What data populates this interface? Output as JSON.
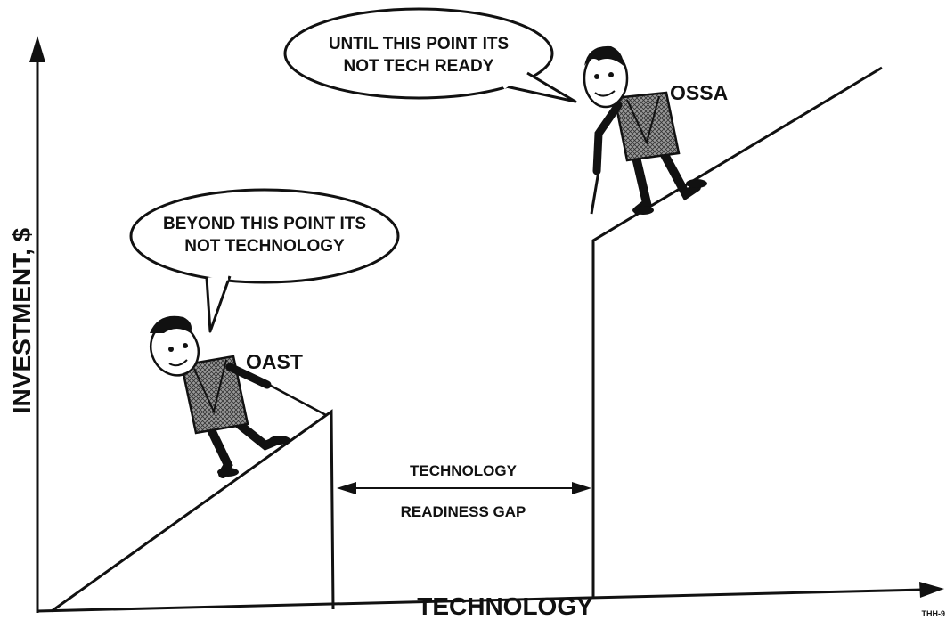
{
  "colors": {
    "ink": "#111111",
    "paper": "#ffffff",
    "suit_gray": "#8a8a8a"
  },
  "axes": {
    "y_label": "INVESTMENT, $",
    "x_label": "TECHNOLOGY"
  },
  "characters": {
    "oast": {
      "label": "OAST",
      "speech_lines": [
        "BEYOND THIS POINT ITS",
        "NOT TECHNOLOGY"
      ],
      "icon": "cartoon-man-with-pointer"
    },
    "ossa": {
      "label": "OSSA",
      "speech_lines": [
        "UNTIL THIS POINT ITS",
        "NOT TECH READY"
      ],
      "icon": "cartoon-man-with-cane"
    }
  },
  "gap": {
    "lines": [
      "TECHNOLOGY",
      "READINESS GAP"
    ]
  },
  "corner_code": "THH-9"
}
